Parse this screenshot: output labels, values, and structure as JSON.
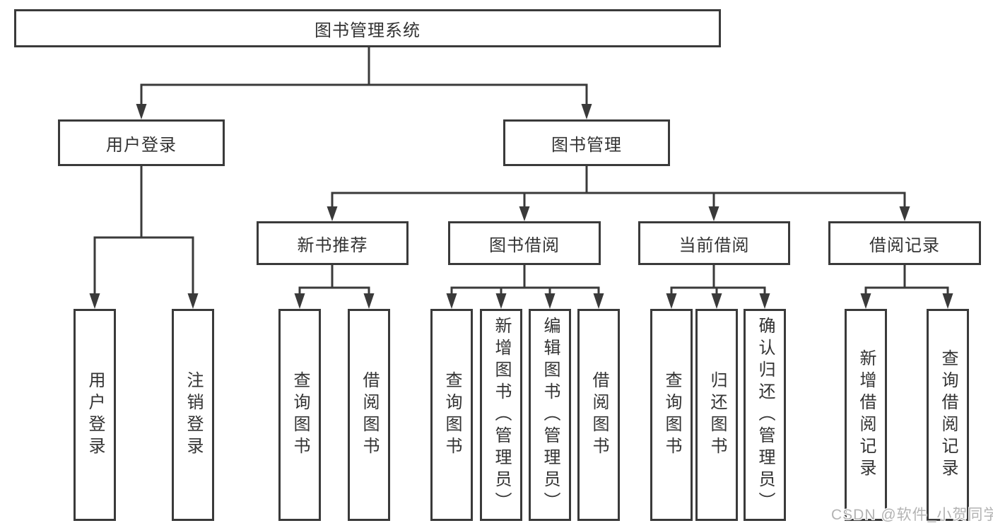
{
  "colors": {
    "background": "#ffffff",
    "line": "#3a3a3a",
    "box_border": "#3a3a3a",
    "text": "#333333",
    "watermark": "#b3b3b3"
  },
  "root": {
    "label": "图书管理系统"
  },
  "branches": {
    "user_login": {
      "label": "用户登录",
      "children": [
        {
          "label": "用户登录"
        },
        {
          "label": "注销登录"
        }
      ]
    },
    "book_mgmt": {
      "label": "图书管理"
    }
  },
  "sections": [
    {
      "title": "新书推荐",
      "items": [
        {
          "label": "查询图书"
        },
        {
          "label": "借阅图书"
        }
      ]
    },
    {
      "title": "图书借阅",
      "items": [
        {
          "label": "查询图书"
        },
        {
          "label": "新增图书（管理员）"
        },
        {
          "label": "编辑图书（管理员）"
        },
        {
          "label": "借阅图书"
        }
      ]
    },
    {
      "title": "当前借阅",
      "items": [
        {
          "label": "查询图书"
        },
        {
          "label": "归还图书"
        },
        {
          "label": "确认归还（管理员）"
        }
      ]
    },
    {
      "title": "借阅记录",
      "items": [
        {
          "label": "新增借阅记录"
        },
        {
          "label": "查询借阅记录"
        }
      ]
    }
  ],
  "watermark": {
    "text": "CSDN @软件_小贺同学"
  }
}
